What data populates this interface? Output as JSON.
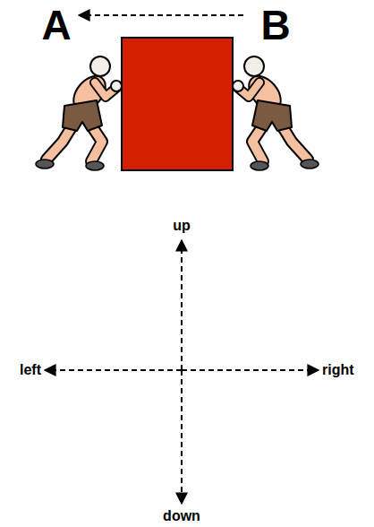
{
  "diagram": {
    "labels": [
      "A",
      "B",
      "up",
      "left",
      "right",
      "down"
    ]
  }
}
